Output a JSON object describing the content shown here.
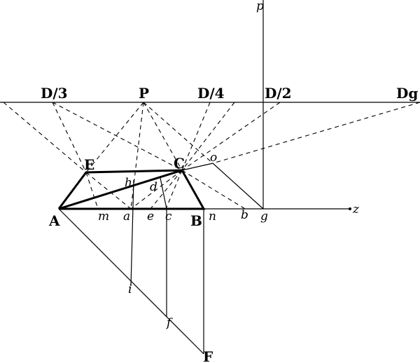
{
  "labels": {
    "D3": "D/3",
    "P": "P",
    "D4": "D/4",
    "D2": "D/2",
    "Dg": "Dg",
    "p": "p",
    "E": "E",
    "C": "C",
    "o": "o",
    "h": "h",
    "d": "d",
    "A": "A",
    "m": "m",
    "a": "a",
    "e": "e",
    "c": "c",
    "B": "B",
    "n": "n",
    "b": "b",
    "g": "g",
    "z": "z",
    "i": "i",
    "f": "f",
    "F": "F"
  }
}
